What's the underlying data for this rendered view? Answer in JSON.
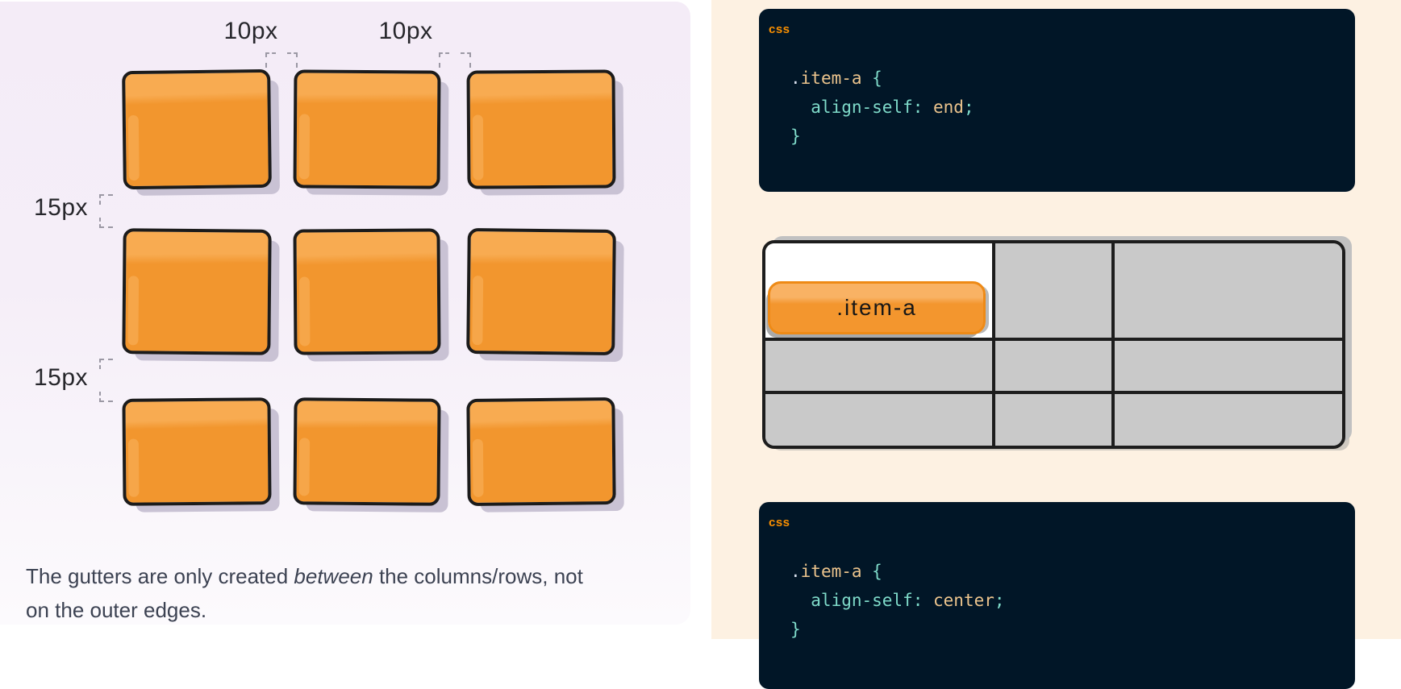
{
  "colors": {
    "left_panel_top": "#f4ecf7",
    "left_panel_bottom": "#fcfafd",
    "right_panel": "#fdf1e2",
    "box_orange": "#f2962e",
    "box_orange_highlight": "#f8ab51",
    "box_outline": "#1b1b1b",
    "code_background": "#011627",
    "code_label_orange": "#fb9000",
    "code_teal": "#7fdbca",
    "code_gold": "#ecc48d",
    "code_light": "#d6deeb",
    "demo_cell_gray": "#c9c9c9",
    "demo_item_orange": "#f3962e",
    "caption_text": "#3c4252"
  },
  "gutters_diagram": {
    "column_gap_labels": [
      "10px",
      "10px"
    ],
    "row_gap_labels": [
      "15px",
      "15px"
    ],
    "grid_rows": 3,
    "grid_cols": 3
  },
  "caption": {
    "line1_before_italic": "The gutters are only created ",
    "line1_italic": "between",
    "line1_after_italic": " the columns/rows, not",
    "line2": "on the outer edges."
  },
  "code_block_end": {
    "language": "css",
    "lines": [
      [
        {
          "text": ".",
          "color": "light"
        },
        {
          "text": "item-a",
          "color": "gold"
        },
        {
          "text": " {",
          "color": "teal"
        }
      ],
      [
        {
          "text": "  align-self: ",
          "color": "teal"
        },
        {
          "text": "end",
          "color": "gold"
        },
        {
          "text": ";",
          "color": "teal"
        }
      ],
      [
        {
          "text": "}",
          "color": "teal"
        }
      ]
    ]
  },
  "align_demo_grid": {
    "item_label": ".item-a",
    "rows": 3,
    "cols": 3,
    "item_cell": "row 1, column 1",
    "item_alignment": "end"
  },
  "code_block_center": {
    "language": "css",
    "lines": [
      [
        {
          "text": ".",
          "color": "light"
        },
        {
          "text": "item-a",
          "color": "gold"
        },
        {
          "text": " {",
          "color": "teal"
        }
      ],
      [
        {
          "text": "  align-self: ",
          "color": "teal"
        },
        {
          "text": "center",
          "color": "gold"
        },
        {
          "text": ";",
          "color": "teal"
        }
      ],
      [
        {
          "text": "}",
          "color": "teal"
        }
      ]
    ]
  }
}
